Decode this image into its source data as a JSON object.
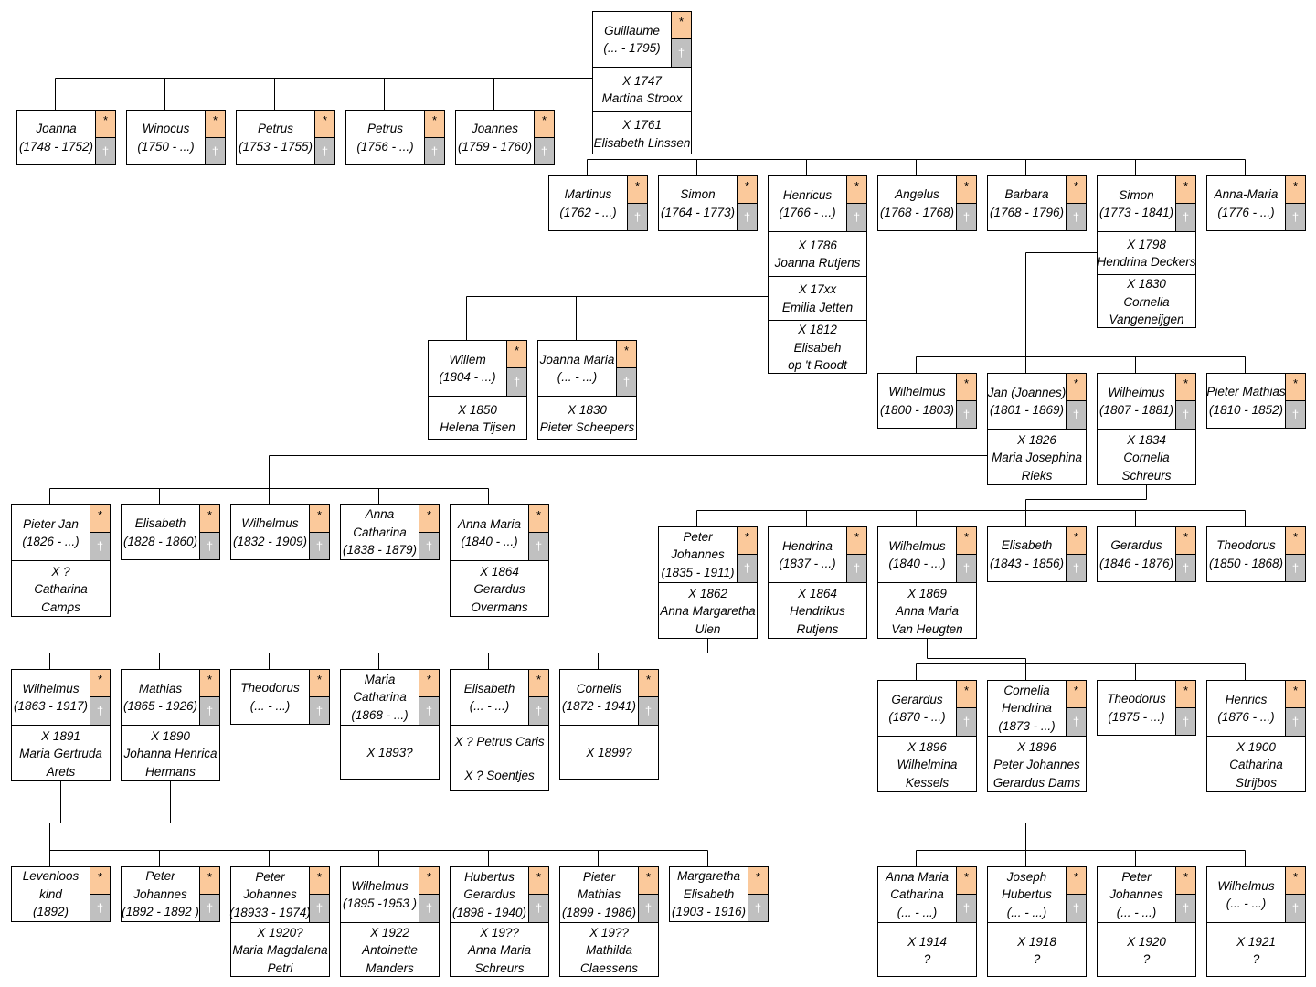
{
  "people": [
    {
      "id": "guillaume",
      "name": [
        "Guillaume",
        "(... - 1795)"
      ],
      "marriages": [
        [
          "X 1747",
          "Martina Stroox"
        ],
        [
          "X 1761",
          "Elisabeth Linssen"
        ]
      ]
    },
    {
      "id": "joanna1748",
      "name": [
        "Joanna",
        "(1748 - 1752)"
      ]
    },
    {
      "id": "winocus",
      "name": [
        "Winocus",
        "(1750 - ...)"
      ]
    },
    {
      "id": "petrus1753",
      "name": [
        "Petrus",
        "(1753 - 1755)"
      ]
    },
    {
      "id": "petrus1756",
      "name": [
        "Petrus",
        "(1756 - ...)"
      ]
    },
    {
      "id": "joannes1759",
      "name": [
        "Joannes",
        "(1759 - 1760)"
      ]
    },
    {
      "id": "martinus",
      "name": [
        "Martinus",
        "(1762 - ...)"
      ]
    },
    {
      "id": "simon1764",
      "name": [
        "Simon",
        "(1764 - 1773)"
      ]
    },
    {
      "id": "henricus1766",
      "name": [
        "Henricus",
        "(1766 - ...)"
      ],
      "marriages": [
        [
          "X 1786",
          "Joanna Rutjens"
        ],
        [
          "X 17xx",
          "Emilia Jetten"
        ],
        [
          "X 1812",
          "Elisabeh",
          "op 't Roodt"
        ]
      ]
    },
    {
      "id": "angelus",
      "name": [
        "Angelus",
        "(1768 - 1768)"
      ]
    },
    {
      "id": "barbara",
      "name": [
        "Barbara",
        "(1768 - 1796)"
      ]
    },
    {
      "id": "simon1773",
      "name": [
        "Simon",
        "(1773 - 1841)"
      ],
      "marriages": [
        [
          "X 1798",
          "Hendrina Deckers"
        ],
        [
          "X 1830",
          "Cornelia",
          "Vangeneijgen"
        ]
      ]
    },
    {
      "id": "annamaria1776",
      "name": [
        "Anna-Maria",
        "(1776 - ...)"
      ]
    },
    {
      "id": "willem1804",
      "name": [
        "Willem",
        "(1804 - ...)"
      ],
      "marriages": [
        [
          "X 1850",
          "Helena Tijsen"
        ]
      ]
    },
    {
      "id": "joannamaria",
      "name": [
        "Joanna Maria",
        "(... - ...)"
      ],
      "marriages": [
        [
          "X 1830",
          "Pieter Scheepers"
        ]
      ]
    },
    {
      "id": "wilhelmus1800",
      "name": [
        "Wilhelmus",
        "(1800 - 1803)"
      ]
    },
    {
      "id": "jan1801",
      "name": [
        "Jan (Joannes)",
        "(1801 - 1869)"
      ],
      "marriages": [
        [
          "X 1826",
          "Maria Josephina",
          "Rieks"
        ]
      ]
    },
    {
      "id": "wilhelmus1807",
      "name": [
        "Wilhelmus",
        "(1807 - 1881)"
      ],
      "marriages": [
        [
          "X 1834",
          "Cornelia",
          "Schreurs"
        ]
      ]
    },
    {
      "id": "pietermathias1810",
      "name": [
        "Pieter Mathias",
        "(1810 - 1852)"
      ]
    },
    {
      "id": "pieterjan1826",
      "name": [
        "Pieter Jan",
        "(1826 - ...)"
      ],
      "marriages": [
        [
          "X ?",
          "Catharina",
          "Camps"
        ]
      ]
    },
    {
      "id": "elisabeth1828",
      "name": [
        "Elisabeth",
        "(1828 - 1860)"
      ]
    },
    {
      "id": "wilhelmus1832",
      "name": [
        "Wilhelmus",
        "(1832 - 1909)"
      ]
    },
    {
      "id": "annacatharina1838",
      "name": [
        "Anna",
        "Catharina",
        "(1838 - 1879)"
      ]
    },
    {
      "id": "annamaria1840",
      "name": [
        "Anna Maria",
        "(1840 - ...)"
      ],
      "marriages": [
        [
          "X 1864",
          "Gerardus",
          "Overmans"
        ]
      ]
    },
    {
      "id": "peterjohannes1835",
      "name": [
        "Peter",
        "Johannes",
        "(1835 - 1911)"
      ],
      "marriages": [
        [
          "X 1862",
          "Anna Margaretha",
          "Ulen"
        ]
      ]
    },
    {
      "id": "hendrina1837",
      "name": [
        "Hendrina",
        "(1837 - ...)"
      ],
      "marriages": [
        [
          "X 1864",
          "Hendrikus",
          "Rutjens"
        ]
      ]
    },
    {
      "id": "wilhelmus1840",
      "name": [
        "Wilhelmus",
        "(1840 - ...)"
      ],
      "marriages": [
        [
          "X 1869",
          "Anna Maria",
          "Van Heugten"
        ]
      ]
    },
    {
      "id": "elisabeth1843",
      "name": [
        "Elisabeth",
        "(1843 - 1856)"
      ]
    },
    {
      "id": "gerardus1846",
      "name": [
        "Gerardus",
        "(1846 - 1876)"
      ]
    },
    {
      "id": "theodorus1850",
      "name": [
        "Theodorus",
        "(1850 - 1868)"
      ]
    },
    {
      "id": "wilhelmus1863",
      "name": [
        "Wilhelmus",
        "(1863 - 1917)"
      ],
      "marriages": [
        [
          "X 1891",
          "Maria Gertruda",
          "Arets"
        ]
      ]
    },
    {
      "id": "mathias1865",
      "name": [
        "Mathias",
        "(1865 - 1926)"
      ],
      "marriages": [
        [
          "X 1890",
          "Johanna Henrica",
          "Hermans"
        ]
      ]
    },
    {
      "id": "theodorus_unk",
      "name": [
        "Theodorus",
        "(... - ...)"
      ]
    },
    {
      "id": "mariacatharina1868",
      "name": [
        "Maria",
        "Catharina",
        "(1868 - ...)"
      ],
      "marriages": [
        [
          "X 1893?"
        ]
      ]
    },
    {
      "id": "elisabeth_unk",
      "name": [
        "Elisabeth",
        "(... - ...)"
      ],
      "marriages": [
        [
          "X ? Petrus Caris"
        ],
        [
          "X ? Soentjes"
        ]
      ]
    },
    {
      "id": "cornelis1872",
      "name": [
        "Cornelis",
        "(1872 - 1941)"
      ],
      "marriages": [
        [
          "X 1899?"
        ]
      ]
    },
    {
      "id": "gerardus1870",
      "name": [
        "Gerardus",
        "(1870 - ...)"
      ],
      "marriages": [
        [
          "X 1896",
          "Wilhelmina",
          "Kessels"
        ]
      ]
    },
    {
      "id": "cornelia1873",
      "name": [
        "Cornelia",
        "Hendrina",
        "(1873 - ...)"
      ],
      "marriages": [
        [
          "X 1896",
          "Peter Johannes",
          "Gerardus Dams"
        ]
      ]
    },
    {
      "id": "theodorus1875",
      "name": [
        "Theodorus",
        "(1875 - ...)"
      ]
    },
    {
      "id": "henrics1876",
      "name": [
        "Henrics",
        "(1876 - ...)"
      ],
      "marriages": [
        [
          "X 1900",
          "Catharina",
          "Strijbos"
        ]
      ]
    },
    {
      "id": "levenloos",
      "name": [
        "Levenloos",
        "kind",
        "(1892)"
      ]
    },
    {
      "id": "peterjohannes1892",
      "name": [
        "Peter",
        "Johannes",
        "(1892 - 1892 )"
      ]
    },
    {
      "id": "peterjohannes18933",
      "name": [
        "Peter",
        "Johannes",
        "(18933 - 1974)"
      ],
      "marriages": [
        [
          "X 1920?",
          "Maria Magdalena",
          "Petri"
        ]
      ]
    },
    {
      "id": "wilhelmus1895",
      "name": [
        "Wilhelmus",
        "(1895 -1953 )"
      ],
      "marriages": [
        [
          "X 1922",
          "Antoinette",
          "Manders"
        ]
      ]
    },
    {
      "id": "hubertus1898",
      "name": [
        "Hubertus",
        "Gerardus",
        "(1898 - 1940)"
      ],
      "marriages": [
        [
          "X 19??",
          "Anna Maria",
          "Schreurs"
        ]
      ]
    },
    {
      "id": "pietermathias1899",
      "name": [
        "Pieter",
        "Mathias",
        "(1899 - 1986)"
      ],
      "marriages": [
        [
          "X 19??",
          "Mathilda",
          "Claessens"
        ]
      ]
    },
    {
      "id": "margaretha1903",
      "name": [
        "Margaretha",
        "Elisabeth",
        "(1903 - 1916)"
      ]
    },
    {
      "id": "annamariacatharina",
      "name": [
        "Anna Maria",
        "Catharina",
        "(... - ...)"
      ],
      "marriages": [
        [
          "X 1914",
          "?"
        ]
      ]
    },
    {
      "id": "josephhubertus",
      "name": [
        "Joseph",
        "Hubertus",
        "(... - ...)"
      ],
      "marriages": [
        [
          "X 1918",
          "?"
        ]
      ]
    },
    {
      "id": "peterjohannes_unk",
      "name": [
        "Peter",
        "Johannes",
        "(... - ...)"
      ],
      "marriages": [
        [
          "X 1920",
          "?"
        ]
      ]
    },
    {
      "id": "wilhelmus_unk",
      "name": [
        "Wilhelmus",
        "(... - ...)"
      ],
      "marriages": [
        [
          "X 1921",
          "?"
        ]
      ]
    }
  ],
  "symbols": {
    "birth": "*",
    "death": "†"
  },
  "colors": {
    "birth_fill": "#fbc99b",
    "death_fill": "#c0c0c0",
    "line": "#000000"
  }
}
